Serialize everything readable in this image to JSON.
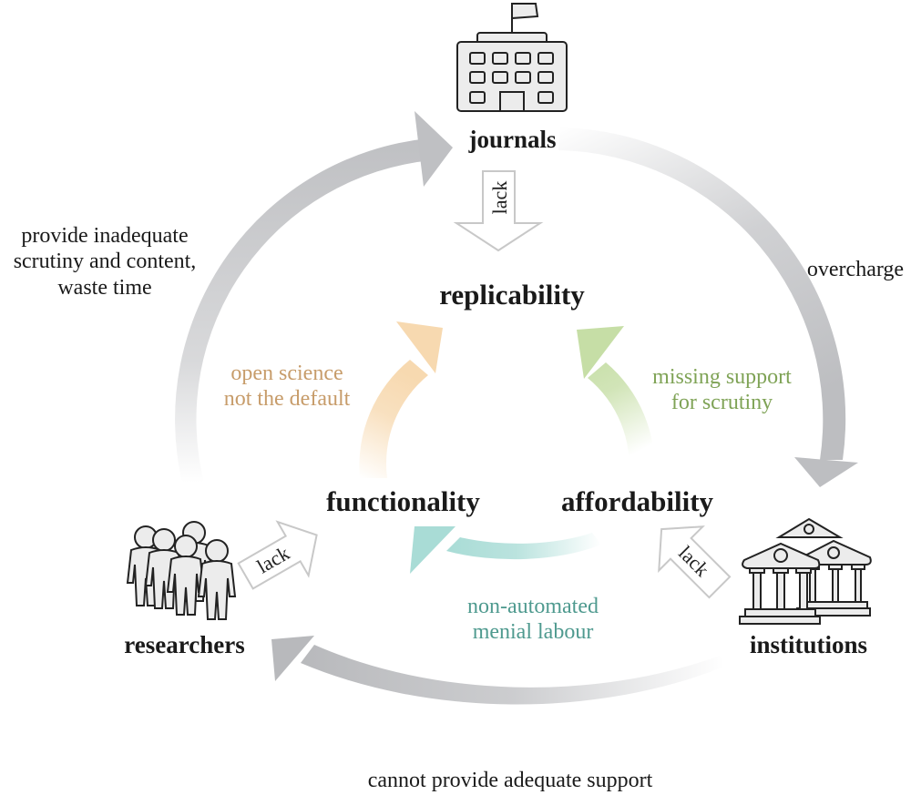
{
  "diagram": {
    "nodes": {
      "journals": {
        "label": "journals",
        "icon": "building-with-flag-icon"
      },
      "researchers": {
        "label": "researchers",
        "icon": "people-group-icon"
      },
      "institutions": {
        "label": "institutions",
        "icon": "classical-buildings-icon"
      }
    },
    "center": {
      "label": "replicability"
    },
    "concepts": {
      "functionality": {
        "label": "functionality"
      },
      "affordability": {
        "label": "affordability"
      }
    },
    "outer_edges": {
      "researchers_to_journals": {
        "lines": [
          "provide inadequate",
          "scrutiny and content,",
          "waste time"
        ]
      },
      "journals_to_institutions": {
        "lines": [
          "overcharge"
        ]
      },
      "institutions_to_researchers": {
        "lines": [
          "cannot provide adequate support"
        ]
      }
    },
    "inner_edges": {
      "functionality_to_replicability": {
        "lines": [
          "open science",
          "not the default"
        ],
        "color": "#c79c6a",
        "arrow_color": "#f7d9b0"
      },
      "affordability_to_replicability": {
        "lines": [
          "missing support",
          "for scrutiny"
        ],
        "color": "#7fa356",
        "arrow_color": "#c6dea6"
      },
      "affordability_to_functionality": {
        "lines": [
          "non-automated",
          "menial labour"
        ],
        "color": "#4f9a8f",
        "arrow_color": "#a9dcd6"
      }
    },
    "lack_arrows": {
      "journals": "lack",
      "researchers": "lack",
      "institutions": "lack"
    },
    "colors": {
      "outer_arrow": "#bfc0c3",
      "lack_arrow_stroke": "#c8c8c8",
      "icon_fill": "#ececec",
      "icon_stroke": "#222222"
    }
  }
}
